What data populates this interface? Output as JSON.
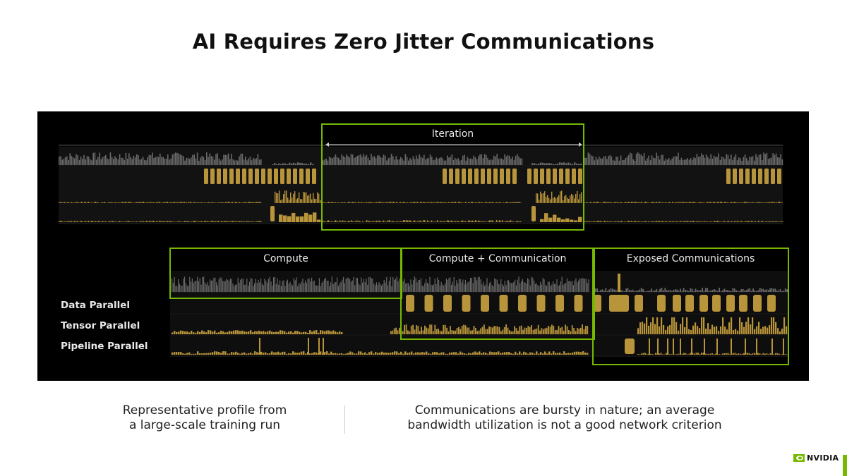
{
  "title": "AI Requires Zero Jitter Communications",
  "top_profile": {
    "iteration_label": "Iteration"
  },
  "bottom_profile": {
    "row_labels": [
      "Data Parallel",
      "Tensor Parallel",
      "Pipeline Parallel"
    ],
    "sections": [
      {
        "label": "Compute"
      },
      {
        "label": "Compute + Communication"
      },
      {
        "label": "Exposed Communications"
      }
    ]
  },
  "captions": {
    "left": [
      "Representative profile from",
      "a large-scale training run"
    ],
    "right": [
      "Communications are bursty in nature; an average",
      "bandwidth utilization is not a good network criterion"
    ]
  },
  "brand": {
    "logo_text": "NVIDIA",
    "accent": "#76b900",
    "trace_gold": "#b8943a",
    "trace_gray": "#6a6a6a"
  }
}
